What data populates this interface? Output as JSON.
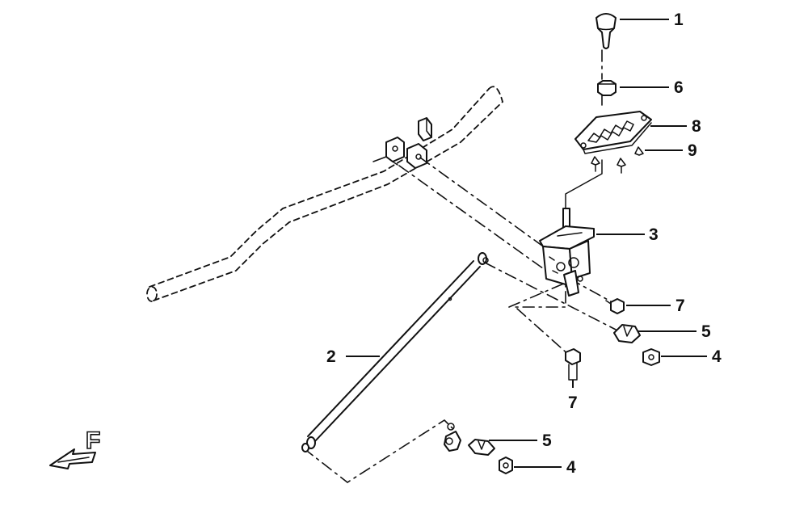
{
  "callouts": {
    "c1": "1",
    "c2": "2",
    "c3": "3",
    "c4a": "4",
    "c4b": "4",
    "c5a": "5",
    "c5b": "5",
    "c6": "6",
    "c7a": "7",
    "c7b": "7",
    "c8": "8",
    "c9": "9"
  },
  "direction_marker": {
    "letter": "F",
    "icon": "front-arrow-icon"
  },
  "colors": {
    "line": "#111111",
    "background": "#ffffff"
  }
}
